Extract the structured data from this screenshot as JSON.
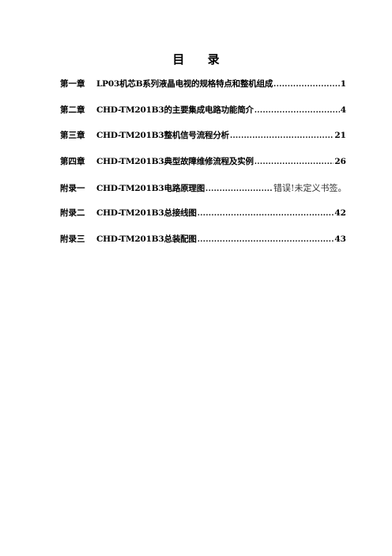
{
  "toc": {
    "title": "目 录",
    "entries": [
      {
        "chapter": "第一章",
        "title": "LP03机芯B系列液晶电视的规格特点和整机组成",
        "page": "1"
      },
      {
        "chapter": "第二章",
        "title": "CHD-TM201B3的主要集成电路功能简介",
        "page": "4"
      },
      {
        "chapter": "第三章",
        "title": "CHD-TM201B3整机信号流程分析",
        "page": "21"
      },
      {
        "chapter": "第四章",
        "title": "CHD-TM201B3典型故障维修流程及实例",
        "page": "26"
      },
      {
        "chapter": "附录一",
        "title": "CHD-TM201B3电路原理图",
        "page": "错误!未定义书签。"
      },
      {
        "chapter": "附录二",
        "title": "CHD-TM201B3总接线图",
        "page": "42"
      },
      {
        "chapter": "附录三",
        "title": "CHD-TM201B3总装配图",
        "page": "43"
      }
    ]
  }
}
